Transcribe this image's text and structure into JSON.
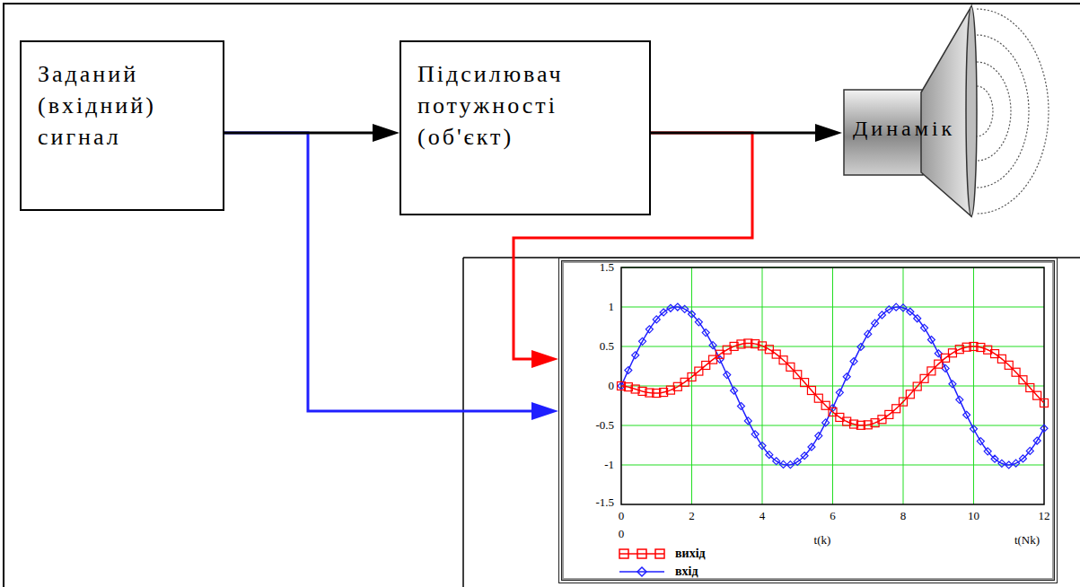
{
  "diagram": {
    "nodes": [
      {
        "text": [
          "Заданий (вхідний) сигнал"
        ]
      },
      {
        "text": [
          "Підсилювач потужності (об'єкт)"
        ]
      },
      {
        "text": [
          "Динамік"
        ]
      },
      {
        "text": [
          "t(k)",
          "t(Nk)"
        ]
      }
    ],
    "edges": [
      {
        "from": 0,
        "to": 1,
        "arrow": "to"
      },
      {
        "from": 1,
        "to": 2,
        "arrow": "to"
      },
      {
        "from": 0,
        "to": 3,
        "arrow": "to"
      },
      {
        "from": 1,
        "to": 3,
        "arrow": "to"
      }
    ],
    "labels": [
      "1.5",
      "1",
      "0.5",
      "0",
      "-0.5",
      "-1",
      "-1.5",
      "0",
      "2",
      "4",
      "6",
      "8",
      "10",
      "12",
      "0"
    ],
    "legend": [
      {
        "text": "вихід"
      },
      {
        "text": "вхід"
      }
    ]
  }
}
